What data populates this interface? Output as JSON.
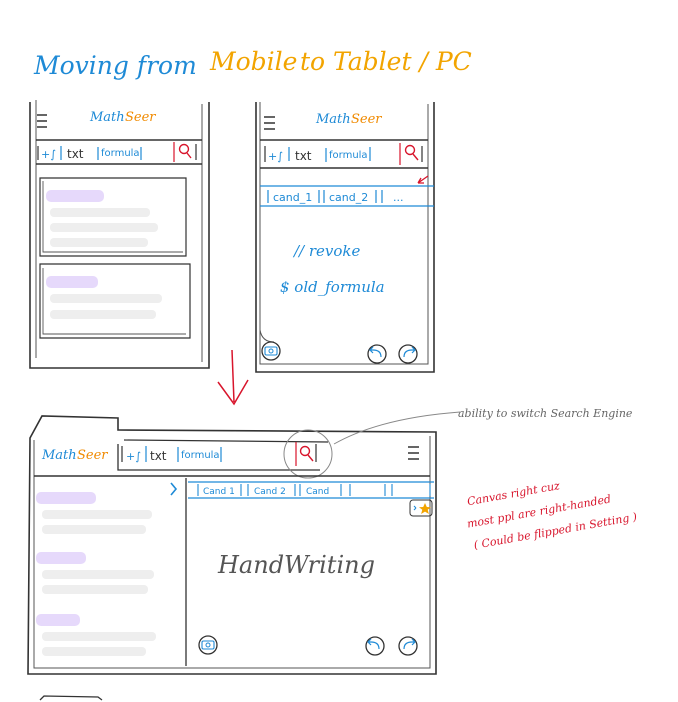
{
  "title": {
    "part1": "Moving from",
    "part2": "Mobile",
    "part3": "to Tablet / PC"
  },
  "brand": {
    "math": "Math",
    "seer": "Seer"
  },
  "search": {
    "chip_int": "+∫",
    "chip_txt": "txt",
    "chip_formula": "formula"
  },
  "candidates": {
    "mobile": [
      "cand_1",
      "cand_2",
      "..."
    ],
    "desktop": [
      "Cand 1",
      "Cand 2",
      "Cand",
      "",
      ""
    ]
  },
  "canvas_mobile": {
    "line1": "// revoke",
    "line2": "$ old_formula"
  },
  "canvas_desktop": {
    "text": "HandWriting"
  },
  "notes": {
    "search_engine": "ability to switch Search Engine",
    "canvas_right_1": "Canvas right cuz",
    "canvas_right_2": "most ppl are right-handed",
    "canvas_right_3": "( Could be flipped in Setting )"
  },
  "colors": {
    "blue": "#1e8ad6",
    "orange": "#f2a400",
    "red": "#d8152c",
    "ink": "#333333",
    "purple": "#e6d9fb",
    "gray": "#eeeeee"
  },
  "icons": [
    "menu-icon",
    "search-icon",
    "camera-icon",
    "undo-icon",
    "redo-icon",
    "chevron-right-icon",
    "star-icon",
    "arrow-down-icon"
  ]
}
